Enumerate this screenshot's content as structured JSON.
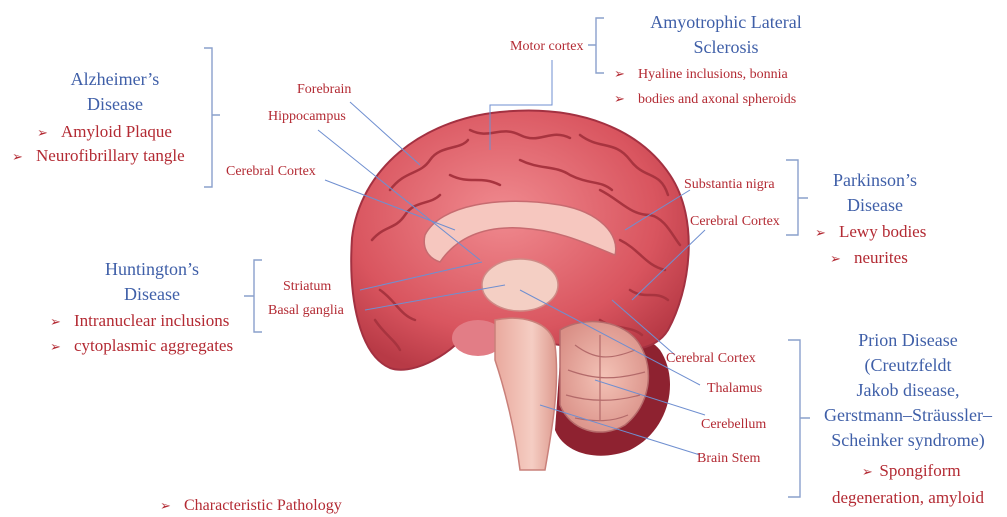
{
  "diseases": {
    "alzheimers": {
      "title": [
        "Alzheimer’s",
        "Disease"
      ],
      "items": [
        "Amyloid Plaque",
        "Neurofibrillary tangle"
      ]
    },
    "als": {
      "title": [
        "Amyotrophic Lateral",
        "Sclerosis"
      ],
      "items": [
        "Hyaline inclusions, bonnia",
        "bodies and axonal spheroids"
      ]
    },
    "parkinsons": {
      "title": [
        "Parkinson’s",
        "Disease"
      ],
      "items": [
        "Lewy bodies",
        "neurites"
      ]
    },
    "huntingtons": {
      "title": [
        "Huntington’s",
        "Disease"
      ],
      "items": [
        "Intranuclear inclusions",
        "cytoplasmic aggregates"
      ]
    },
    "prion": {
      "title": [
        "Prion Disease",
        "(Creutzfeldt",
        "Jakob disease,",
        "Gerstmann–Sträussler–",
        "Scheinker syndrome)"
      ],
      "items": [
        "Spongiform",
        "degeneration, amyloid"
      ]
    }
  },
  "regions": {
    "forebrain": "Forebrain",
    "hippocampus": "Hippocampus",
    "cerebral_cortex_left": "Cerebral Cortex",
    "motor_cortex": "Motor cortex",
    "substantia_nigra": "Substantia nigra",
    "cerebral_cortex_right": "Cerebral Cortex",
    "striatum": "Striatum",
    "basal_ganglia": "Basal ganglia",
    "cerebral_cortex_lower": "Cerebral Cortex",
    "thalamus": "Thalamus",
    "cerebellum": "Cerebellum",
    "brain_stem": "Brain Stem"
  },
  "legend": {
    "label": "Characteristic Pathology"
  },
  "glyphs": {
    "bullet": "➢"
  },
  "colors": {
    "disease_title": "#3f5fa8",
    "pathology_text": "#b32a33",
    "bracket": "#8aa0cc",
    "leader_line": "#6f8fd0",
    "brain": "#d95a63"
  }
}
